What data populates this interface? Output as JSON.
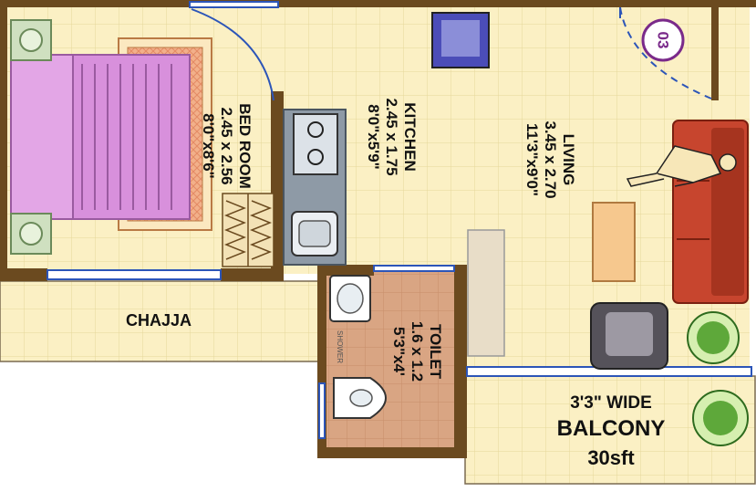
{
  "unit_badge": "03",
  "rooms": {
    "bedroom": {
      "name": "BED ROOM",
      "metric": "2.45 x 2.56",
      "imperial": "8'0\"x8'6\""
    },
    "kitchen": {
      "name": "KITCHEN",
      "metric": "2.45 x 1.75",
      "imperial": "8'0\"x5'9\""
    },
    "living": {
      "name": "LIVING",
      "metric": "3.45 x 2.70",
      "imperial": "11'3\"x9'0\""
    },
    "toilet": {
      "name": "TOILET",
      "metric": "1.6 x 1.2",
      "imperial": "5'3\"x4'"
    },
    "chajja": {
      "name": "CHAJJA"
    },
    "balcony": {
      "width": "3'3\" WIDE",
      "name": "BALCONY",
      "area": "30sft"
    }
  },
  "fixtures": {
    "shower": "SHOWER"
  },
  "colors": {
    "wall": "#6b4a1f",
    "floor": "#fbf0c4",
    "floor_grid": "#e6d79a",
    "toilet_floor": "#d9a583",
    "window": "#2c55b8",
    "bed": "#e3a6e6",
    "sofa": "#c7452e",
    "badge": "#7a2a8a",
    "counter": "#8e9aa6"
  }
}
